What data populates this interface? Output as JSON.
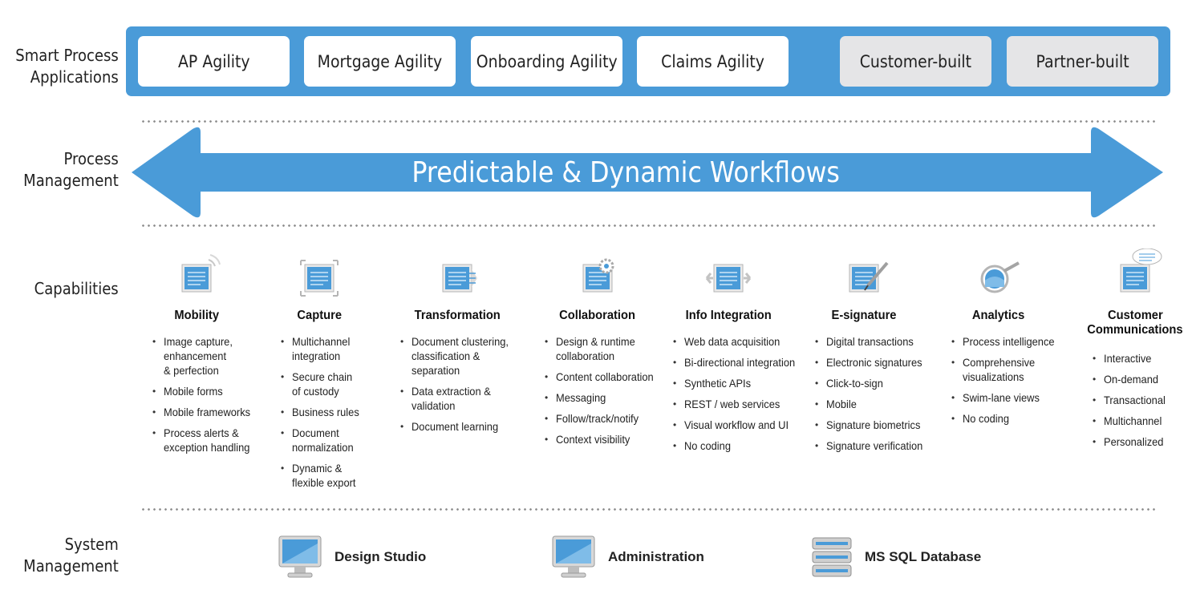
{
  "rows": {
    "smart_process": [
      "Smart Process",
      "Applications"
    ],
    "process_management": [
      "Process",
      "Management"
    ],
    "capabilities": "Capabilities",
    "system_management": [
      "System",
      "Management"
    ]
  },
  "apps": [
    {
      "label": "AP Agility",
      "variant": "product"
    },
    {
      "label": "Mortgage Agility",
      "variant": "product"
    },
    {
      "label": "Onboarding Agility",
      "variant": "product"
    },
    {
      "label": "Claims Agility",
      "variant": "product"
    },
    {
      "label": "Customer-built",
      "variant": "custom"
    },
    {
      "label": "Partner-built",
      "variant": "custom"
    }
  ],
  "workflow_arrow": {
    "label": "Predictable & Dynamic Workflows"
  },
  "capabilities": [
    {
      "title": [
        "Mobility"
      ],
      "icon": "mobile-doc-icon",
      "items": [
        [
          "Image capture,",
          "enhancement",
          "& perfection"
        ],
        [
          "Mobile forms"
        ],
        [
          "Mobile frameworks"
        ],
        [
          "Process alerts &",
          "exception handling"
        ]
      ]
    },
    {
      "title": [
        "Capture"
      ],
      "icon": "capture-doc-icon",
      "items": [
        [
          "Multichannel",
          "integration"
        ],
        [
          "Secure chain",
          "of custody"
        ],
        [
          "Business rules"
        ],
        [
          "Document",
          "normalization"
        ],
        [
          "Dynamic &",
          "flexible export"
        ]
      ]
    },
    {
      "title": [
        "Transformation"
      ],
      "icon": "transform-doc-icon",
      "items": [
        [
          "Document clustering,",
          "classification &",
          "separation"
        ],
        [
          "Data extraction &",
          "validation"
        ],
        [
          "Document learning"
        ]
      ]
    },
    {
      "title": [
        "Collaboration"
      ],
      "icon": "collab-doc-icon",
      "items": [
        [
          "Design & runtime",
          "collaboration"
        ],
        [
          "Content collaboration"
        ],
        [
          "Messaging"
        ],
        [
          "Follow/track/notify"
        ],
        [
          "Context visibility"
        ]
      ]
    },
    {
      "title": [
        "Info Integration"
      ],
      "icon": "integration-doc-icon",
      "items": [
        [
          "Web data acquisition"
        ],
        [
          "Bi-directional integration"
        ],
        [
          "Synthetic APIs"
        ],
        [
          "REST / web services"
        ],
        [
          "Visual workflow and UI"
        ],
        [
          "No coding"
        ]
      ]
    },
    {
      "title": [
        "E-signature"
      ],
      "icon": "esign-doc-icon",
      "items": [
        [
          "Digital transactions"
        ],
        [
          "Electronic signatures"
        ],
        [
          "Click-to-sign"
        ],
        [
          "Mobile"
        ],
        [
          "Signature biometrics"
        ],
        [
          "Signature verification"
        ]
      ]
    },
    {
      "title": [
        "Analytics"
      ],
      "icon": "analytics-magnifier-icon",
      "items": [
        [
          "Process intelligence"
        ],
        [
          "Comprehensive",
          "visualizations"
        ],
        [
          "Swim-lane views"
        ],
        [
          "No coding"
        ]
      ]
    },
    {
      "title": [
        "Customer",
        "Communications"
      ],
      "icon": "communications-doc-icon",
      "items": [
        [
          "Interactive"
        ],
        [
          "On-demand"
        ],
        [
          "Transactional"
        ],
        [
          "Multichannel"
        ],
        [
          "Personalized"
        ]
      ]
    }
  ],
  "system": [
    {
      "label": "Design Studio",
      "icon": "monitor-icon"
    },
    {
      "label": "Administration",
      "icon": "monitor-icon"
    },
    {
      "label": "MS SQL Database",
      "icon": "database-icon"
    }
  ],
  "colors": {
    "accent": "#4a9bd8",
    "custom_box": "#e5e5e7",
    "dots": "#8c8c8c"
  }
}
